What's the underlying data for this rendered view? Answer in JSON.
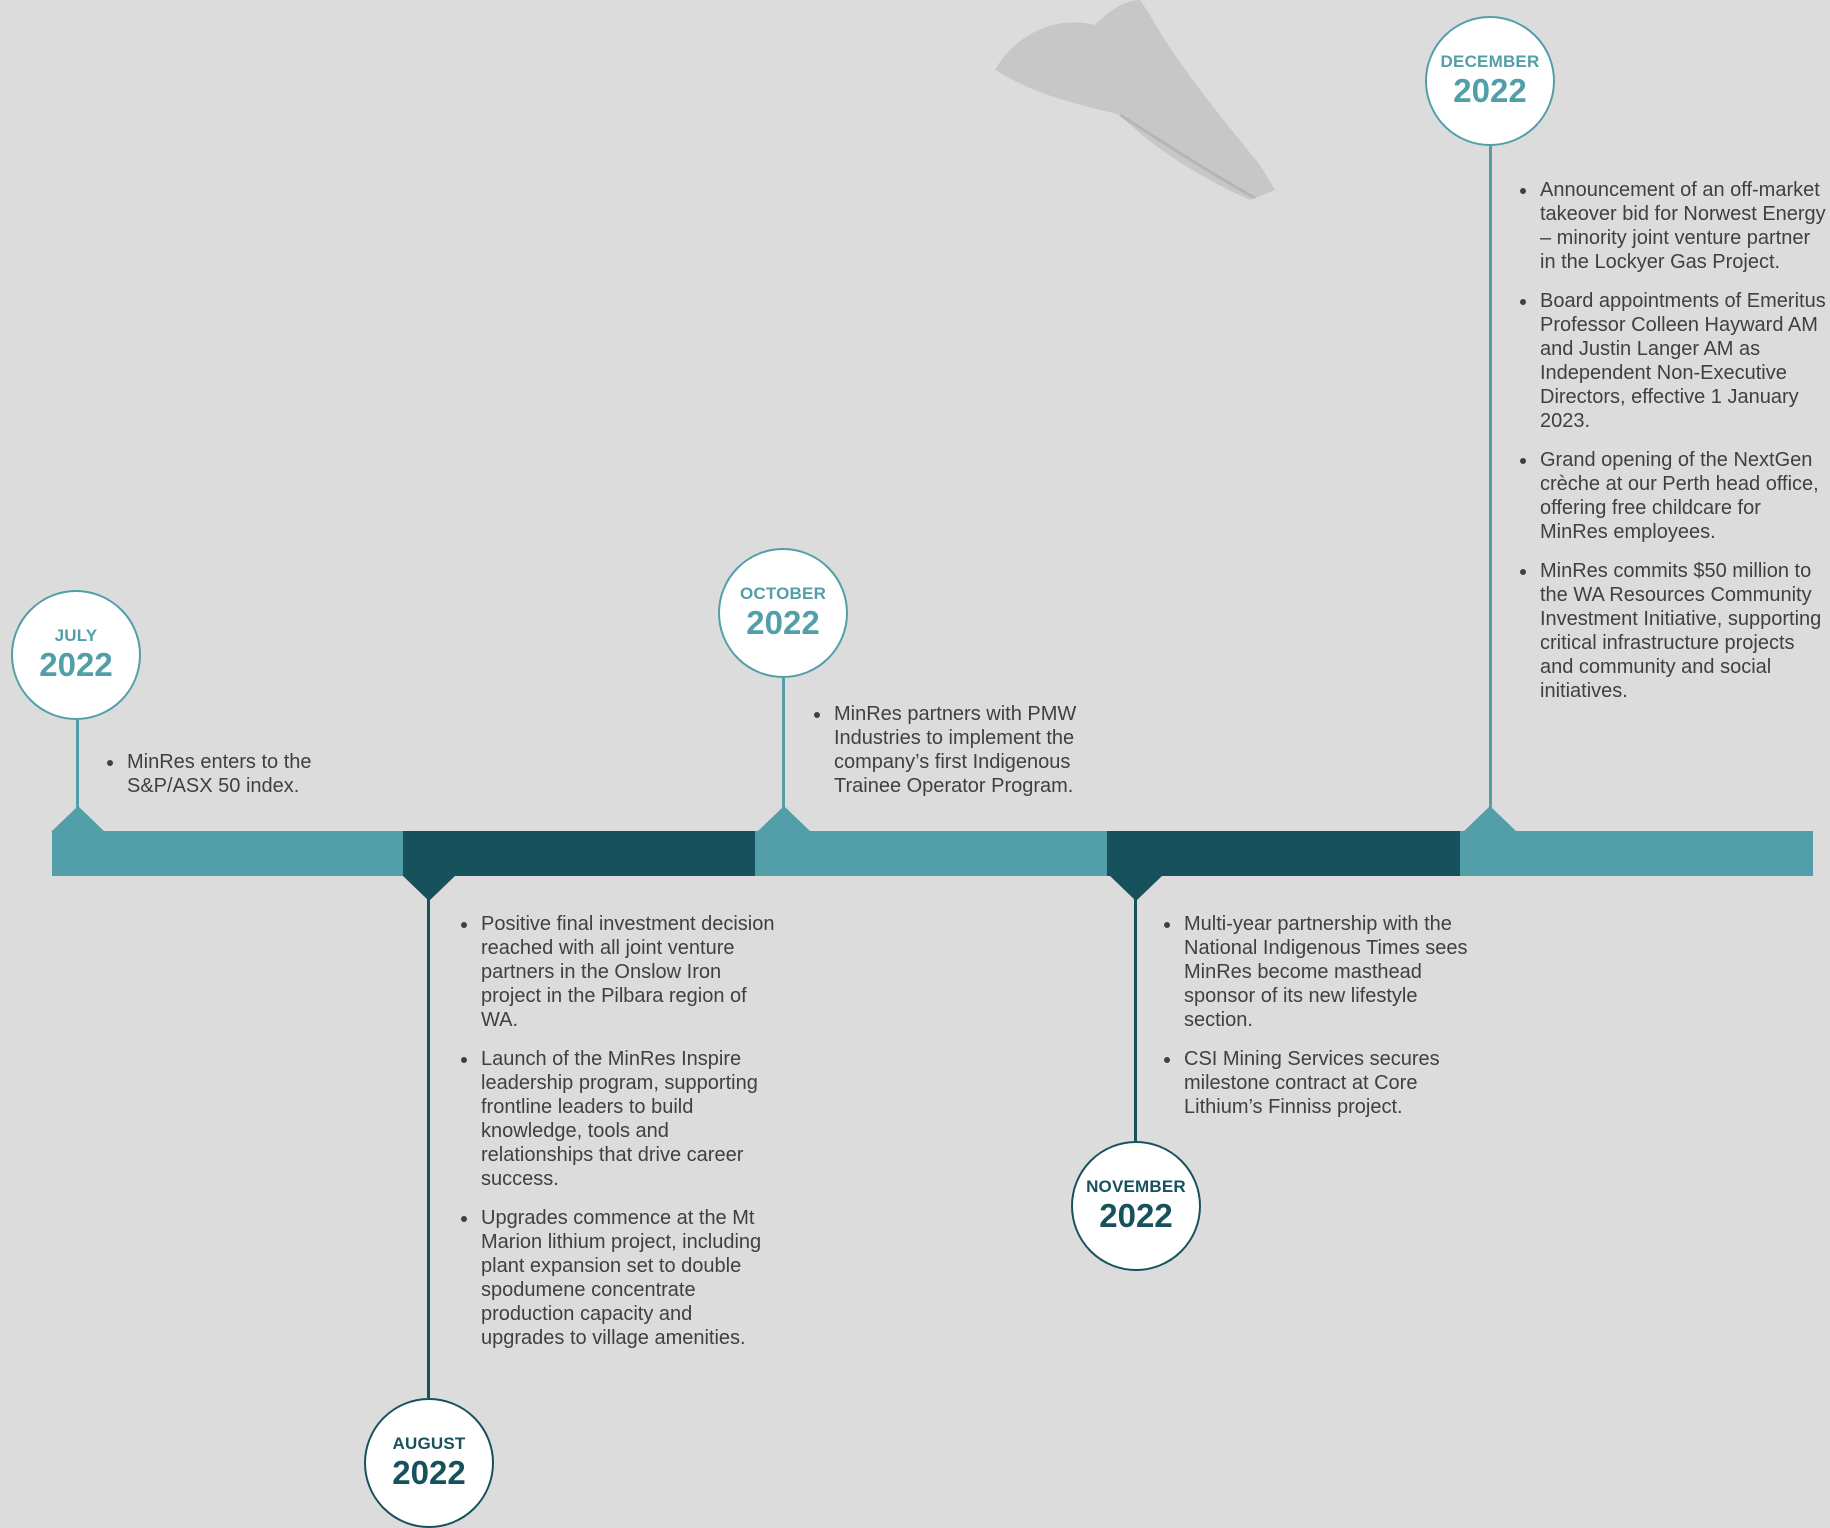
{
  "colors": {
    "background": "#dcdcdc",
    "teal_light": "#539fa9",
    "teal_dark": "#17525c",
    "text": "#404040",
    "circle_fill": "#ffffff"
  },
  "timeline": {
    "events": [
      {
        "month": "JULY",
        "year": "2022",
        "bullets": [
          "MinRes enters to the S&P/ASX 50 index."
        ]
      },
      {
        "month": "AUGUST",
        "year": "2022",
        "bullets": [
          "Positive final investment decision reached with all joint venture partners in the Onslow Iron project in the Pilbara region of WA.",
          "Launch of the MinRes Inspire leadership program, supporting frontline leaders to build knowledge, tools and relationships that drive career success.",
          "Upgrades commence at the Mt Marion lithium project, including plant expansion set to double spodumene concentrate production capacity and upgrades to village amenities."
        ]
      },
      {
        "month": "OCTOBER",
        "year": "2022",
        "bullets": [
          "MinRes partners with PMW Industries to implement the company’s first Indigenous Trainee Operator Program."
        ]
      },
      {
        "month": "NOVEMBER",
        "year": "2022",
        "bullets": [
          "Multi-year partnership with the National Indigenous Times sees MinRes become masthead sponsor of its new lifestyle section.",
          "CSI Mining Services secures milestone contract at Core Lithium’s Finniss project."
        ]
      },
      {
        "month": "DECEMBER",
        "year": "2022",
        "bullets": [
          "Announcement of an off-market takeover bid for Norwest Energy – minority joint venture partner in the Lockyer Gas Project.",
          "Board appointments of Emeritus Professor Colleen Hayward AM and Justin Langer AM as Independent Non-Executive Directors, effective 1 January 2023.",
          "Grand opening of the NextGen crèche at our Perth head office, offering free childcare for MinRes employees.",
          "MinRes commits $50 million to the WA Resources Community Investment Initiative, supporting critical infrastructure projects and community and social initiatives."
        ]
      }
    ]
  }
}
